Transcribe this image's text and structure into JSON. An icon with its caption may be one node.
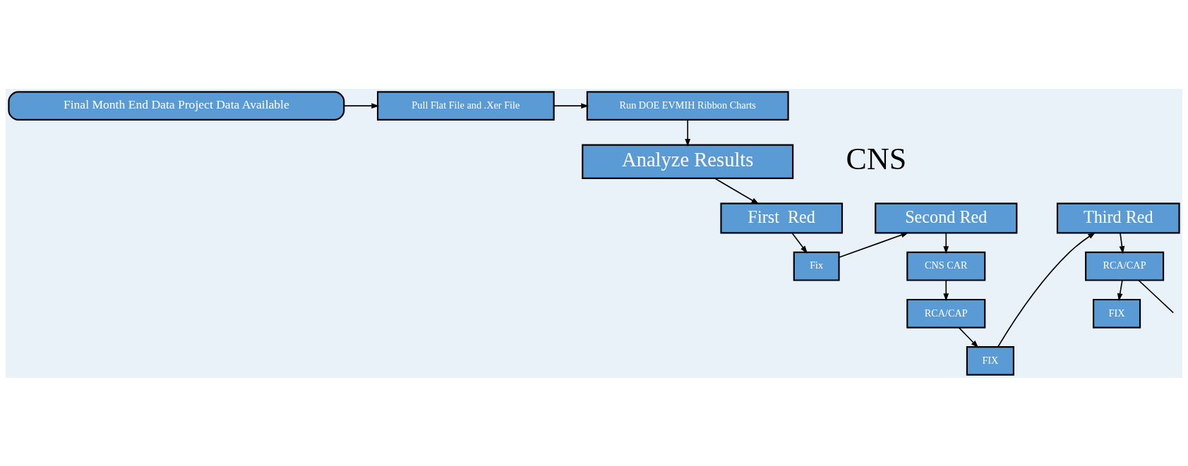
{
  "diagram": {
    "nodes": [
      {
        "text": [
          "Final Month End Data Project Data Available"
        ]
      },
      {
        "text": [
          "Pull Flat File and .Xer File"
        ]
      },
      {
        "text": [
          "Run DOE EVMIH Ribbon Charts"
        ]
      },
      {
        "text": [
          "Analyze Results"
        ]
      },
      {
        "text": [
          "First  Red"
        ]
      },
      {
        "text": [
          "Fix"
        ]
      },
      {
        "text": [
          "Second Red"
        ]
      },
      {
        "text": [
          "CNS CAR"
        ]
      },
      {
        "text": [
          "RCA/CAP"
        ]
      },
      {
        "text": [
          "FIX"
        ]
      },
      {
        "text": [
          "Third Red"
        ]
      },
      {
        "text": [
          "RCA/CAP"
        ]
      },
      {
        "text": [
          "FIX"
        ]
      }
    ],
    "edges": [
      {
        "from": 0,
        "to": 1,
        "arrow": "to"
      },
      {
        "from": 1,
        "to": 2,
        "arrow": "to"
      },
      {
        "from": 2,
        "to": 3,
        "arrow": "to"
      },
      {
        "from": 3,
        "to": 4,
        "arrow": "to"
      },
      {
        "from": 4,
        "to": 5,
        "arrow": "to"
      },
      {
        "from": 5,
        "to": 6,
        "arrow": "to"
      },
      {
        "from": 6,
        "to": 7,
        "arrow": "to"
      },
      {
        "from": 7,
        "to": 8,
        "arrow": "to"
      },
      {
        "from": 8,
        "to": 9,
        "arrow": "to"
      },
      {
        "from": 9,
        "to": 10,
        "arrow": "to"
      },
      {
        "from": 10,
        "to": 11,
        "arrow": "to"
      },
      {
        "from": 11,
        "to": 12,
        "arrow": "to"
      },
      {
        "from": 11,
        "to": null,
        "arrow": "none"
      }
    ],
    "labels": [
      "CNS"
    ]
  }
}
